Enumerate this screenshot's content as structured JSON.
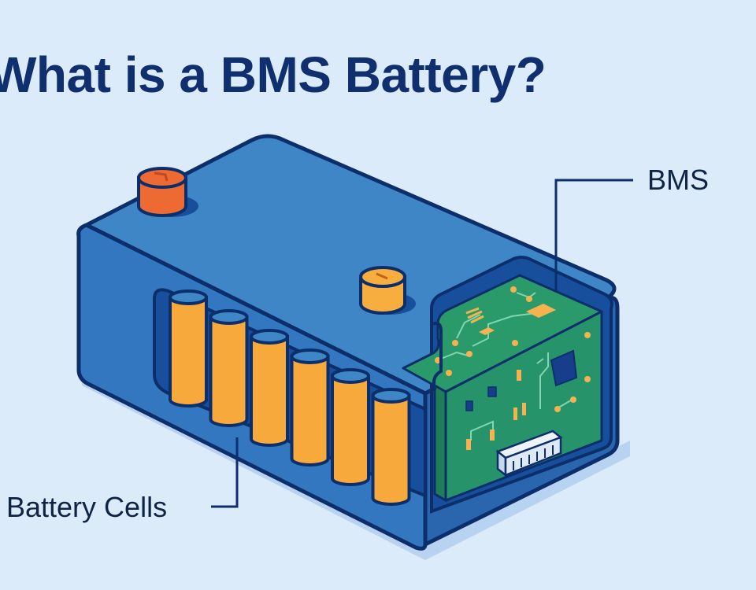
{
  "title": "What is a BMS Battery?",
  "labels": {
    "bms": "BMS",
    "battery_cells": "Battery Cells"
  },
  "colors": {
    "background": "#dcebfa",
    "title": "#0f2f6e",
    "outline": "#0c2f6b",
    "case_top": "#3f86c6",
    "case_side": "#2f6fb8",
    "case_inner": "#174f9c",
    "cell": "#f8a93c",
    "positive_terminal": "#ee6a33",
    "negative_terminal": "#f8ae3e",
    "pcb": "#2a9a6a",
    "pcb_pad": "#f5b24e",
    "chip": "#173e8a",
    "connector": "#dfe9f5"
  },
  "cells_count": 6
}
